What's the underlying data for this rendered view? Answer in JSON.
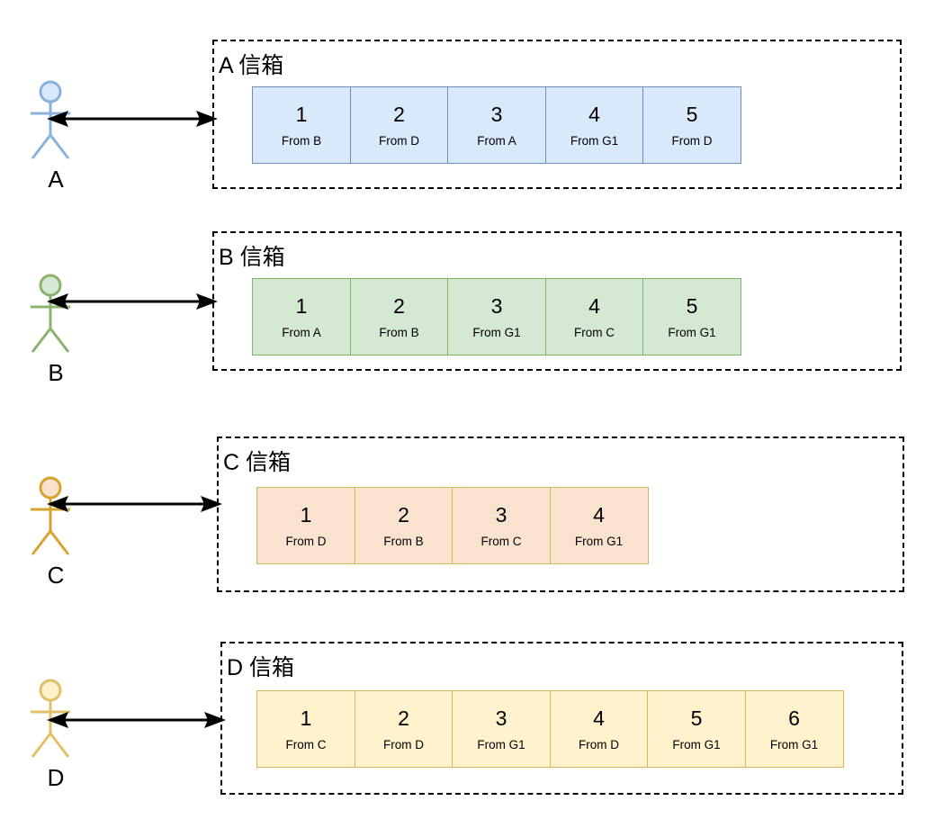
{
  "diagram": {
    "type": "mailbox-queue-diagram",
    "actors": [
      {
        "id": "A",
        "label": "A",
        "color": "#8ab0de",
        "head_fill": "#dae8fc"
      },
      {
        "id": "B",
        "label": "B",
        "color": "#8cb36d",
        "head_fill": "#d5e8d4"
      },
      {
        "id": "C",
        "label": "C",
        "color": "#d6a32e",
        "head_fill": "#fae3ce"
      },
      {
        "id": "D",
        "label": "D",
        "color": "#e0c068",
        "head_fill": "#fff2cc"
      }
    ],
    "mailboxes": [
      {
        "id": "A",
        "title": "A 信箱",
        "palette": "blue",
        "messages": [
          {
            "index": "1",
            "from": "From B"
          },
          {
            "index": "2",
            "from": "From D"
          },
          {
            "index": "3",
            "from": "From A"
          },
          {
            "index": "4",
            "from": "From G1"
          },
          {
            "index": "5",
            "from": "From D"
          }
        ]
      },
      {
        "id": "B",
        "title": "B 信箱",
        "palette": "green",
        "messages": [
          {
            "index": "1",
            "from": "From A"
          },
          {
            "index": "2",
            "from": "From B"
          },
          {
            "index": "3",
            "from": "From G1"
          },
          {
            "index": "4",
            "from": "From C"
          },
          {
            "index": "5",
            "from": "From G1"
          }
        ]
      },
      {
        "id": "C",
        "title": "C 信箱",
        "palette": "peach",
        "messages": [
          {
            "index": "1",
            "from": "From D"
          },
          {
            "index": "2",
            "from": "From B"
          },
          {
            "index": "3",
            "from": "From C"
          },
          {
            "index": "4",
            "from": "From G1"
          }
        ]
      },
      {
        "id": "D",
        "title": "D 信箱",
        "palette": "yellow",
        "messages": [
          {
            "index": "1",
            "from": "From C"
          },
          {
            "index": "2",
            "from": "From D"
          },
          {
            "index": "3",
            "from": "From G1"
          },
          {
            "index": "4",
            "from": "From D"
          },
          {
            "index": "5",
            "from": "From G1"
          },
          {
            "index": "6",
            "from": "From G1"
          }
        ]
      }
    ]
  }
}
